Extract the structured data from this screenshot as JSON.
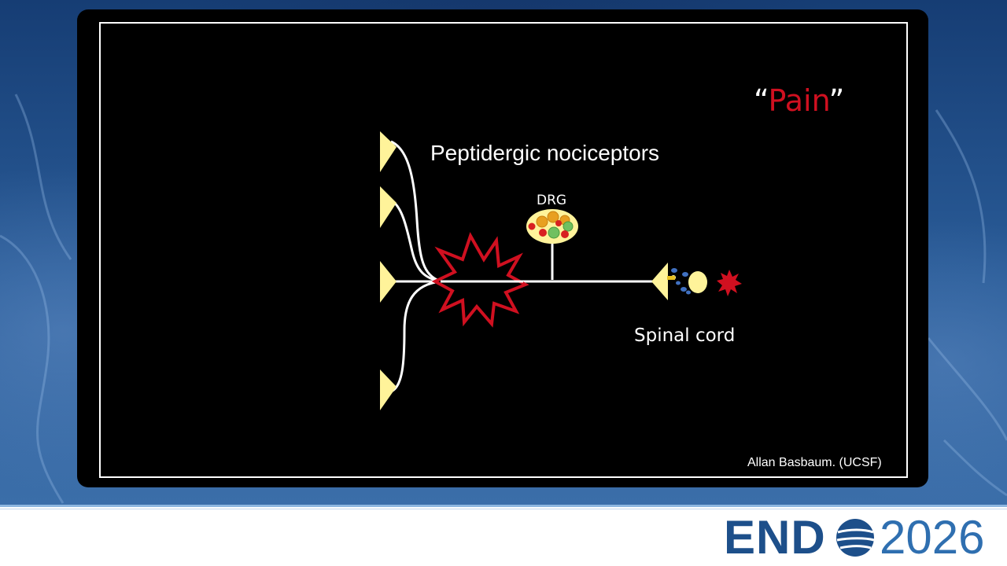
{
  "slide": {
    "heading": "Peptidergic nociceptors",
    "pain_open": "“",
    "pain_word": "Pain",
    "pain_close": "”",
    "drg_label": "DRG",
    "spinal_label": "Spinal cord",
    "credit": "Allan Basbaum.  (UCSF)"
  },
  "footer": {
    "logo_text": "END",
    "logo_year": "2026"
  },
  "colors": {
    "pain": "#d01020",
    "terminal": "#fff39a",
    "brand": "#1d4f8a"
  }
}
